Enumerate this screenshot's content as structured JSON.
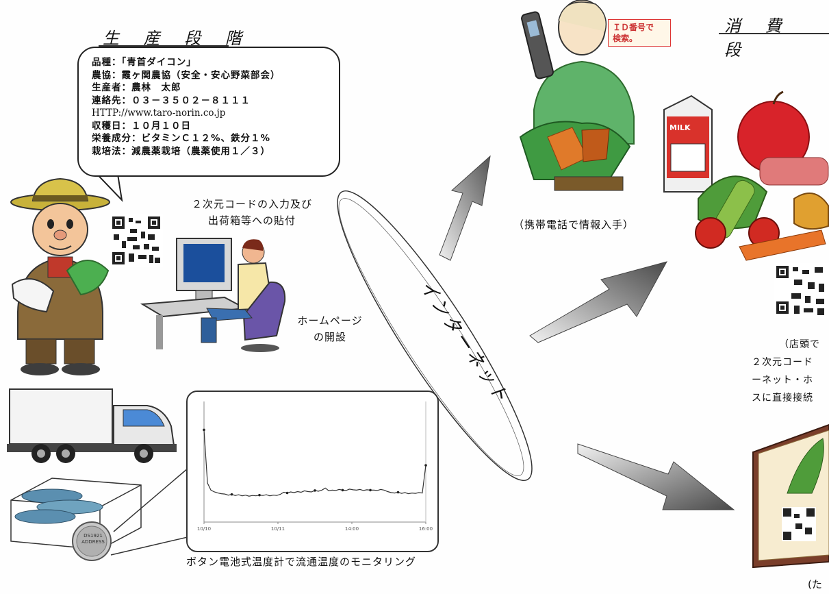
{
  "headings": {
    "production": "生 産 段 階",
    "consumption": "消 費 段"
  },
  "info_bubble": {
    "lines": [
      "品種：「青首ダイコン」",
      "農協：霞ヶ関農協（安全・安心野菜部会）",
      "生産者：農林　太郎",
      "連絡先：０３－３５０２－８１１１",
      "HTTP://www.taro-norin.co.jp",
      "収穫日：１０月１０日",
      "栄養成分：ビタミンＣ１２%、鉄分１%",
      "栽培法：減農薬栽培（農薬使用１／３）"
    ]
  },
  "captions": {
    "code_input": [
      "２次元コードの入力及び",
      "出荷箱等への貼付"
    ],
    "homepage": [
      "ホームページ",
      "の開設"
    ],
    "mobile": "（携帯電話で情報入手）",
    "temperature": "ボタン電池式温度計で流通温度のモニタリング",
    "store": [
      "（店頭で",
      "２次元コード",
      "ーネット・ホ",
      "スに直接接続"
    ],
    "bottom_right": "(た"
  },
  "internet_label": "インターネット",
  "search_note": [
    "ＩＤ番号で",
    "検索。"
  ],
  "milk_label": "MILK",
  "sensor_label": [
    "DS1921",
    "ADDRESS"
  ],
  "chart_data": {
    "type": "line",
    "title": "",
    "xlabel": "",
    "ylabel": "",
    "x_tick_labels": [
      "10/10",
      "10/11",
      "14:00",
      "16:00"
    ],
    "x": [
      0,
      1,
      2,
      3,
      4,
      5,
      6,
      7,
      8,
      9,
      10,
      11,
      12,
      13,
      14,
      15,
      16,
      17,
      18,
      19,
      20,
      21,
      22,
      23,
      24,
      25,
      26,
      27,
      28,
      29,
      30,
      31,
      32,
      33,
      34,
      35,
      36,
      37,
      38,
      39,
      40,
      41,
      42,
      43,
      44,
      45,
      46,
      47,
      48,
      49,
      50,
      51,
      52,
      53,
      54,
      55,
      56,
      57,
      58,
      59,
      60,
      61,
      62,
      63,
      64
    ],
    "values": [
      22,
      7,
      5,
      4.5,
      4.2,
      4,
      3.9,
      3.6,
      3.8,
      3.5,
      3.7,
      3.4,
      3.6,
      3.3,
      3.5,
      3.4,
      3.6,
      3.5,
      3.7,
      3.4,
      3.6,
      3.5,
      3.8,
      4.4,
      4.2,
      4.5,
      4.3,
      4.6,
      4.4,
      4.8,
      4.6,
      4.5,
      4.9,
      4.7,
      5.0,
      5.6,
      4.8,
      5.0,
      4.9,
      5.2,
      5.0,
      4.9,
      5.3,
      5.1,
      5.0,
      5.2,
      4.9,
      5.1,
      5.0,
      5.0,
      4.9,
      5.2,
      5.0,
      4.6,
      4.3,
      4.2,
      4.4,
      4.1,
      4.3,
      4.0,
      4.2,
      4.1,
      4.3,
      4.2,
      12
    ],
    "ylim": [
      -4,
      30
    ],
    "grid": false
  }
}
